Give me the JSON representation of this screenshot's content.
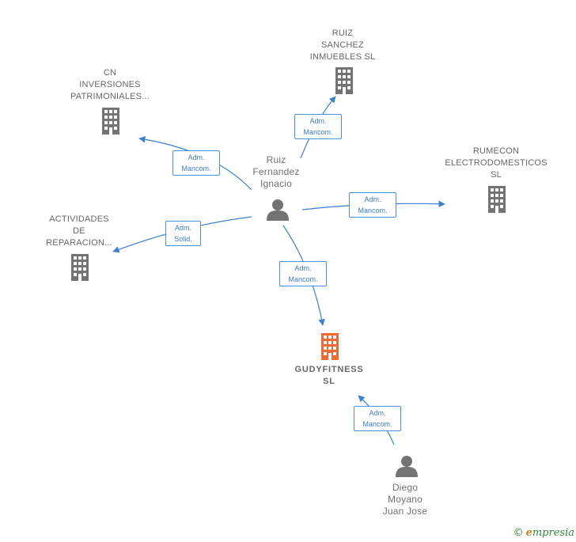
{
  "colors": {
    "edge": "#3a80d6",
    "company": "#737373",
    "company_highlight": "#f26a33",
    "person": "#737373",
    "label_text": "#666666",
    "edge_label_text": "#3a7dc8"
  },
  "nodes": {
    "ruiz": {
      "kind": "person",
      "lines": [
        "Ruiz",
        "Fernandez",
        "Ignacio"
      ]
    },
    "diego": {
      "kind": "person",
      "lines": [
        "Diego",
        "Moyano",
        "Juan Jose"
      ]
    },
    "cn": {
      "kind": "company",
      "lines": [
        "CN",
        "INVERSIONES",
        "PATRIMONIALES..."
      ]
    },
    "ruiz_sanchez": {
      "kind": "company",
      "lines": [
        "RUIZ",
        "SANCHEZ",
        "INMUEBLES  SL"
      ]
    },
    "rumecon": {
      "kind": "company",
      "lines": [
        "RUMECON",
        "ELECTRODOMESTICOS",
        "SL"
      ]
    },
    "actividades": {
      "kind": "company",
      "lines": [
        "ACTIVIDADES",
        "DE",
        "REPARACION..."
      ]
    },
    "gudyfitness": {
      "kind": "company-highlight",
      "lines": [
        "GUDYFITNESS",
        "SL"
      ]
    }
  },
  "edges": {
    "e_cn": {
      "lines": [
        "Adm.",
        "Mancom."
      ]
    },
    "e_rs": {
      "lines": [
        "Adm.",
        "Mancom."
      ]
    },
    "e_rum": {
      "lines": [
        "Adm.",
        "Mancom."
      ]
    },
    "e_act": {
      "lines": [
        "Adm.",
        "Solid."
      ]
    },
    "e_gudy": {
      "lines": [
        "Adm.",
        "Mancom."
      ]
    },
    "e_diego": {
      "lines": [
        "Adm.",
        "Mancom."
      ]
    }
  },
  "footer": {
    "copyright": "©",
    "brand_first": "e",
    "brand_rest": "mpresia"
  }
}
